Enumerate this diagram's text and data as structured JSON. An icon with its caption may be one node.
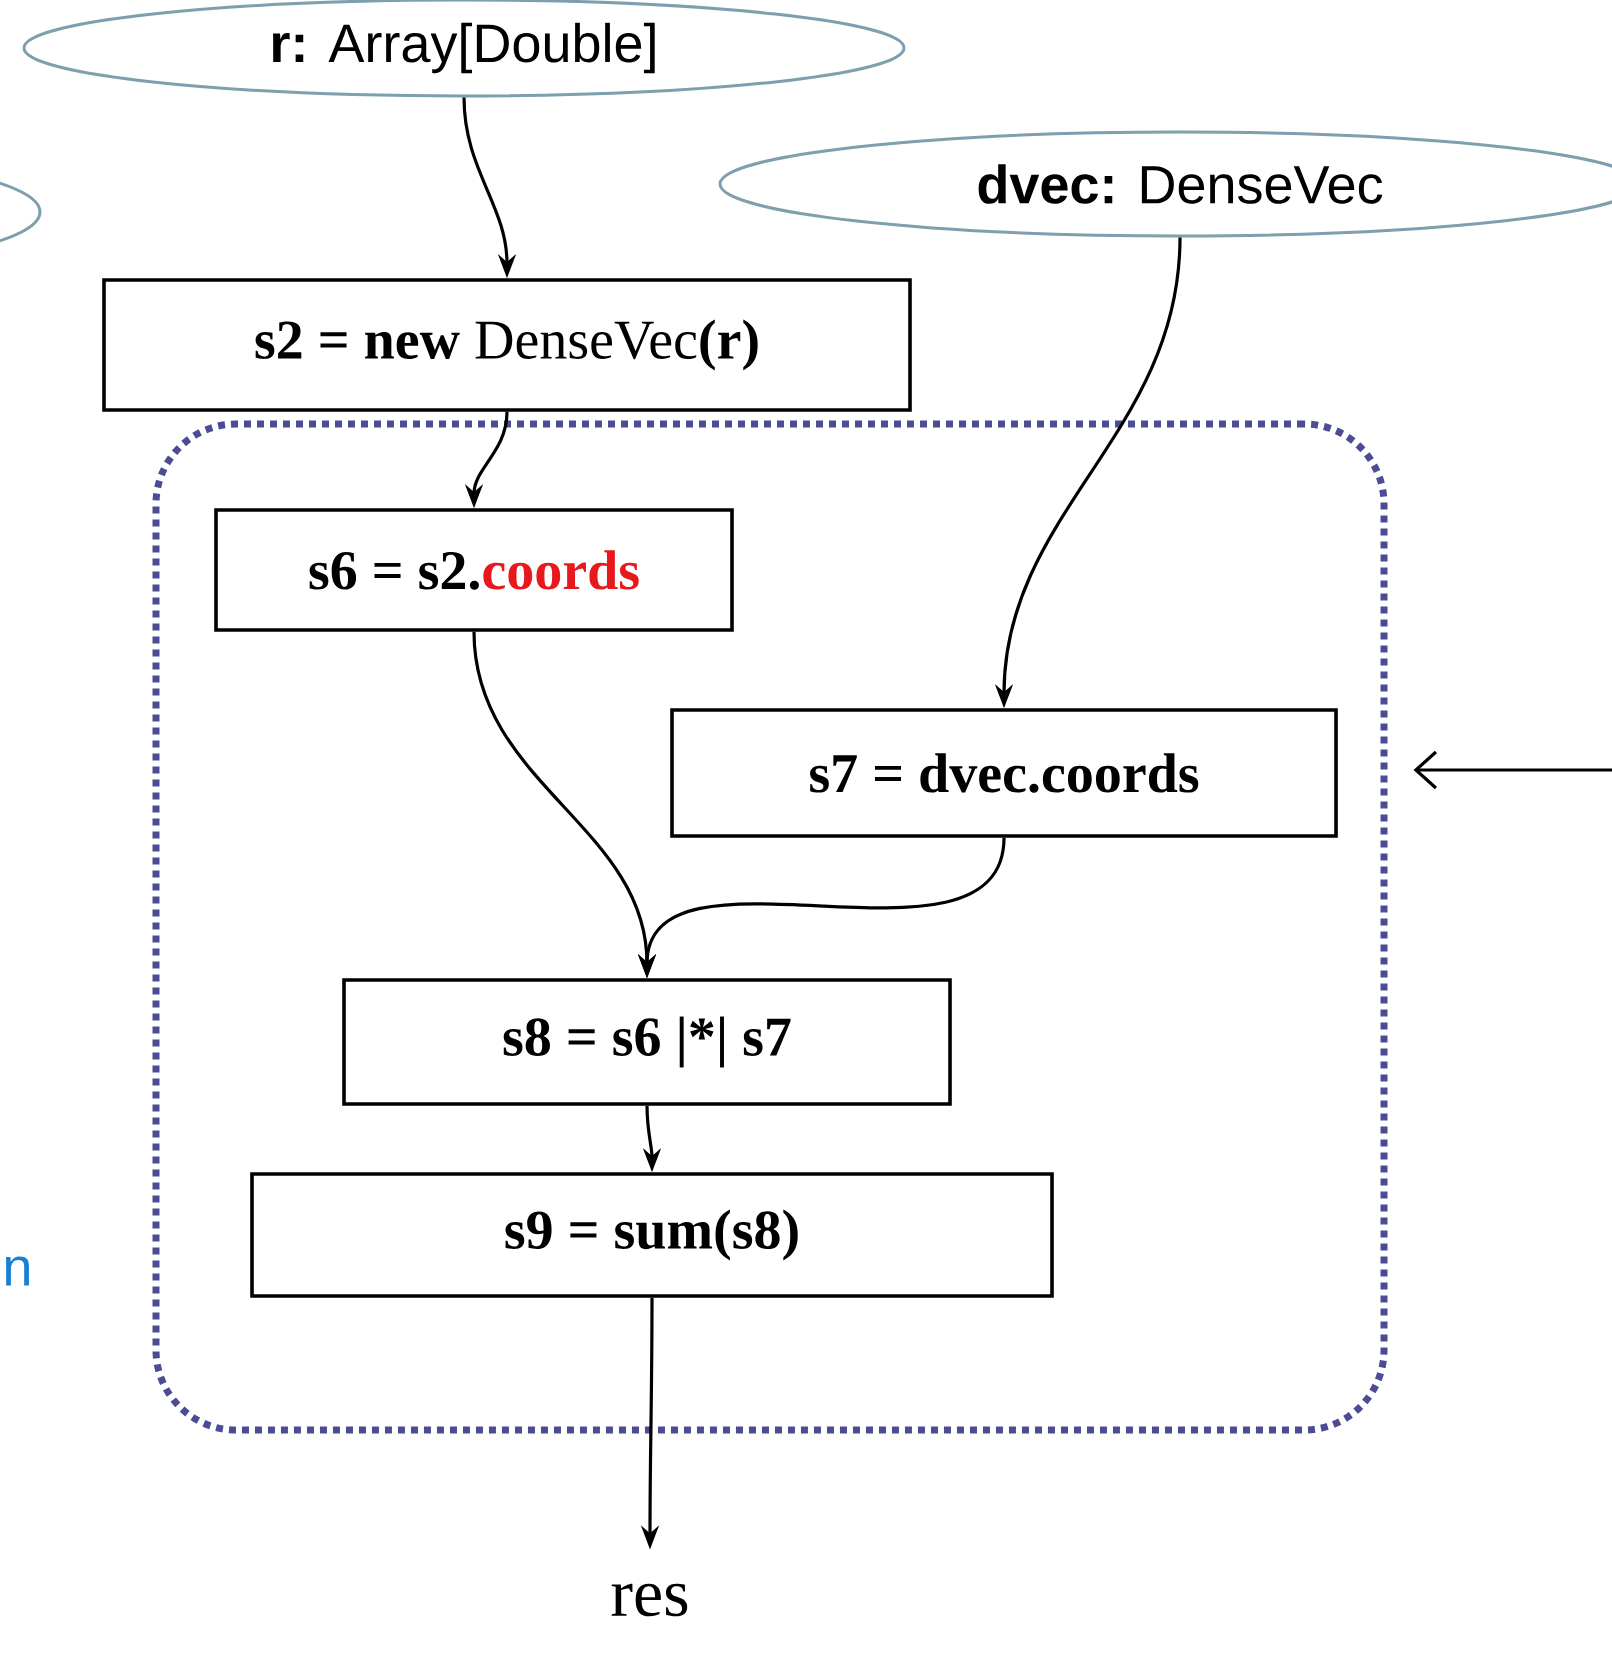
{
  "diagram": {
    "nodes": [
      {
        "text": [
          "**r:** Array[Double]"
        ]
      },
      {
        "text": [],
        "shape": "ellipse"
      },
      {
        "text": [
          "**dvec:** DenseVec"
        ]
      },
      {
        "text": [
          "**s2 = new** DenseVec**(r)**"
        ]
      },
      {
        "text": [],
        "shape": "box"
      },
      {
        "text": [
          "s6 = s2.",
          "coords"
        ],
        "in": 4
      },
      {
        "text": [
          "s7 = dvec.coords"
        ],
        "in": 4
      },
      {
        "text": [
          "s8 = s6 |*| s7"
        ],
        "in": 4
      },
      {
        "text": [
          "s9 = sum(s8)"
        ],
        "in": 4
      },
      {
        "text": [
          "res"
        ]
      }
    ],
    "edges": [
      {
        "from": 0,
        "to": 3,
        "arrow": "to"
      },
      {
        "from": 3,
        "to": 5,
        "arrow": "to"
      },
      {
        "from": 2,
        "to": 6,
        "arrow": "to"
      },
      {
        "from": 5,
        "to": 7,
        "arrow": "to"
      },
      {
        "from": 6,
        "to": 7,
        "arrow": "to"
      },
      {
        "from": 7,
        "to": 8,
        "arrow": "to"
      },
      {
        "from": 8,
        "to": 9,
        "arrow": "to"
      },
      {
        "from": null,
        "to": 4,
        "arrow": "to"
      }
    ],
    "labels": [
      "n"
    ]
  }
}
